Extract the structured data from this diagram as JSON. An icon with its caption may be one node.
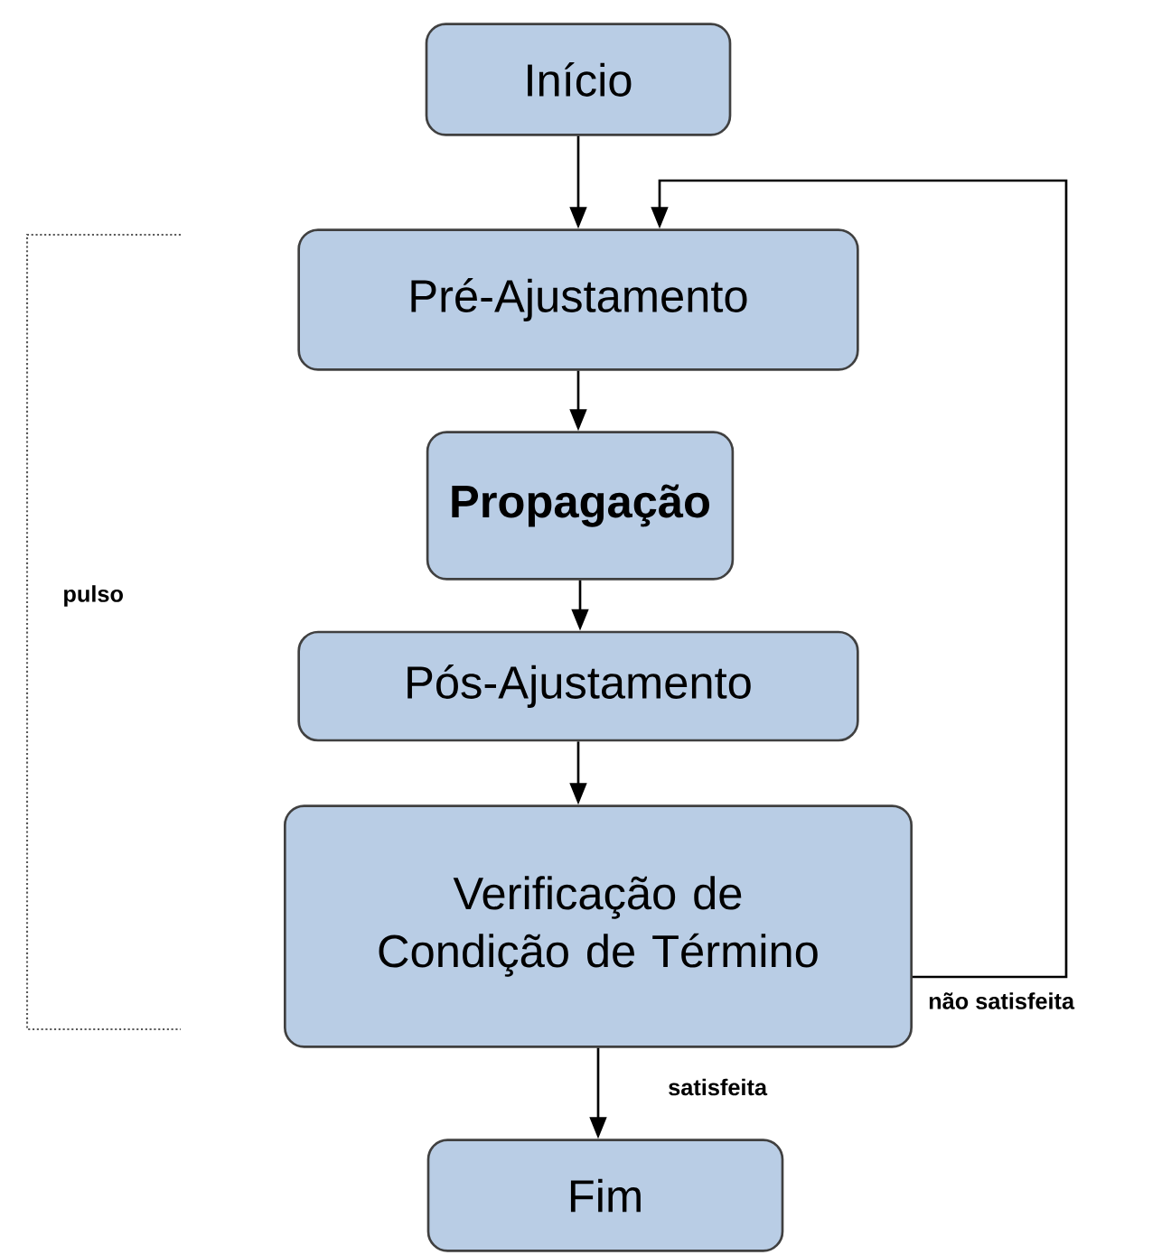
{
  "diagram": {
    "nodes": [
      {
        "text": [
          "Início"
        ]
      },
      {
        "text": [
          "Pré-Ajustamento"
        ]
      },
      {
        "text": [
          "Propagação"
        ]
      },
      {
        "text": [
          "Pós-Ajustamento"
        ]
      },
      {
        "text": [
          "Verificação de Condição de Término"
        ]
      },
      {
        "text": [
          "Fim"
        ]
      }
    ],
    "edges": [
      {
        "from": 0,
        "to": 1,
        "arrow": "to"
      },
      {
        "from": 1,
        "to": 2,
        "arrow": "to"
      },
      {
        "from": 2,
        "to": 3,
        "arrow": "to"
      },
      {
        "from": 3,
        "to": 4,
        "arrow": "to"
      },
      {
        "from": 4,
        "to": 5,
        "arrow": "to",
        "label": "satisfeita"
      },
      {
        "from": 4,
        "to": 1,
        "arrow": "to",
        "label": "não satisfeita"
      }
    ],
    "labels": [
      "pulso"
    ]
  }
}
